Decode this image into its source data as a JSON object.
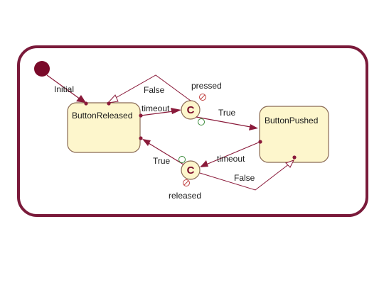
{
  "colors": {
    "border": "#7a1a3a",
    "state_fill": "#fdf6cc",
    "state_stroke": "#8a6a55",
    "transition": "#8a1a3a",
    "choice_fill": "#fdf6cc",
    "guard_red": "#c04040",
    "guard_green": "#3a8a3a",
    "text": "#1a1a1a"
  },
  "states": {
    "released": {
      "name": "ButtonReleased"
    },
    "pushed": {
      "name": "ButtonPushed"
    }
  },
  "choices": {
    "top": {
      "letter": "C"
    },
    "bottom": {
      "letter": "C"
    }
  },
  "labels": {
    "initial": "Initial",
    "false_top": "False",
    "pressed": "pressed",
    "timeout_top": "timeout",
    "true_top": "True",
    "true_bottom": "True",
    "timeout_bottom": "timeout",
    "false_bottom": "False",
    "released": "released"
  }
}
